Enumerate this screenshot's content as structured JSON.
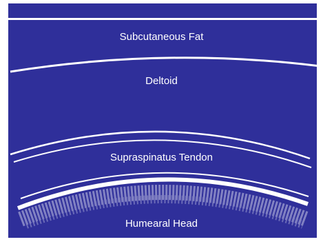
{
  "diagram": {
    "colors": {
      "background": "#2f2f9a",
      "line": "#ffffff",
      "speckle": "#8c8cc8"
    },
    "layers": [
      {
        "id": "fat",
        "label": "Subcutaneous Fat"
      },
      {
        "id": "deltoid",
        "label": "Deltoid"
      },
      {
        "id": "tendon",
        "label": "Supraspinatus Tendon"
      },
      {
        "id": "head",
        "label": "Humearal Head"
      }
    ]
  }
}
